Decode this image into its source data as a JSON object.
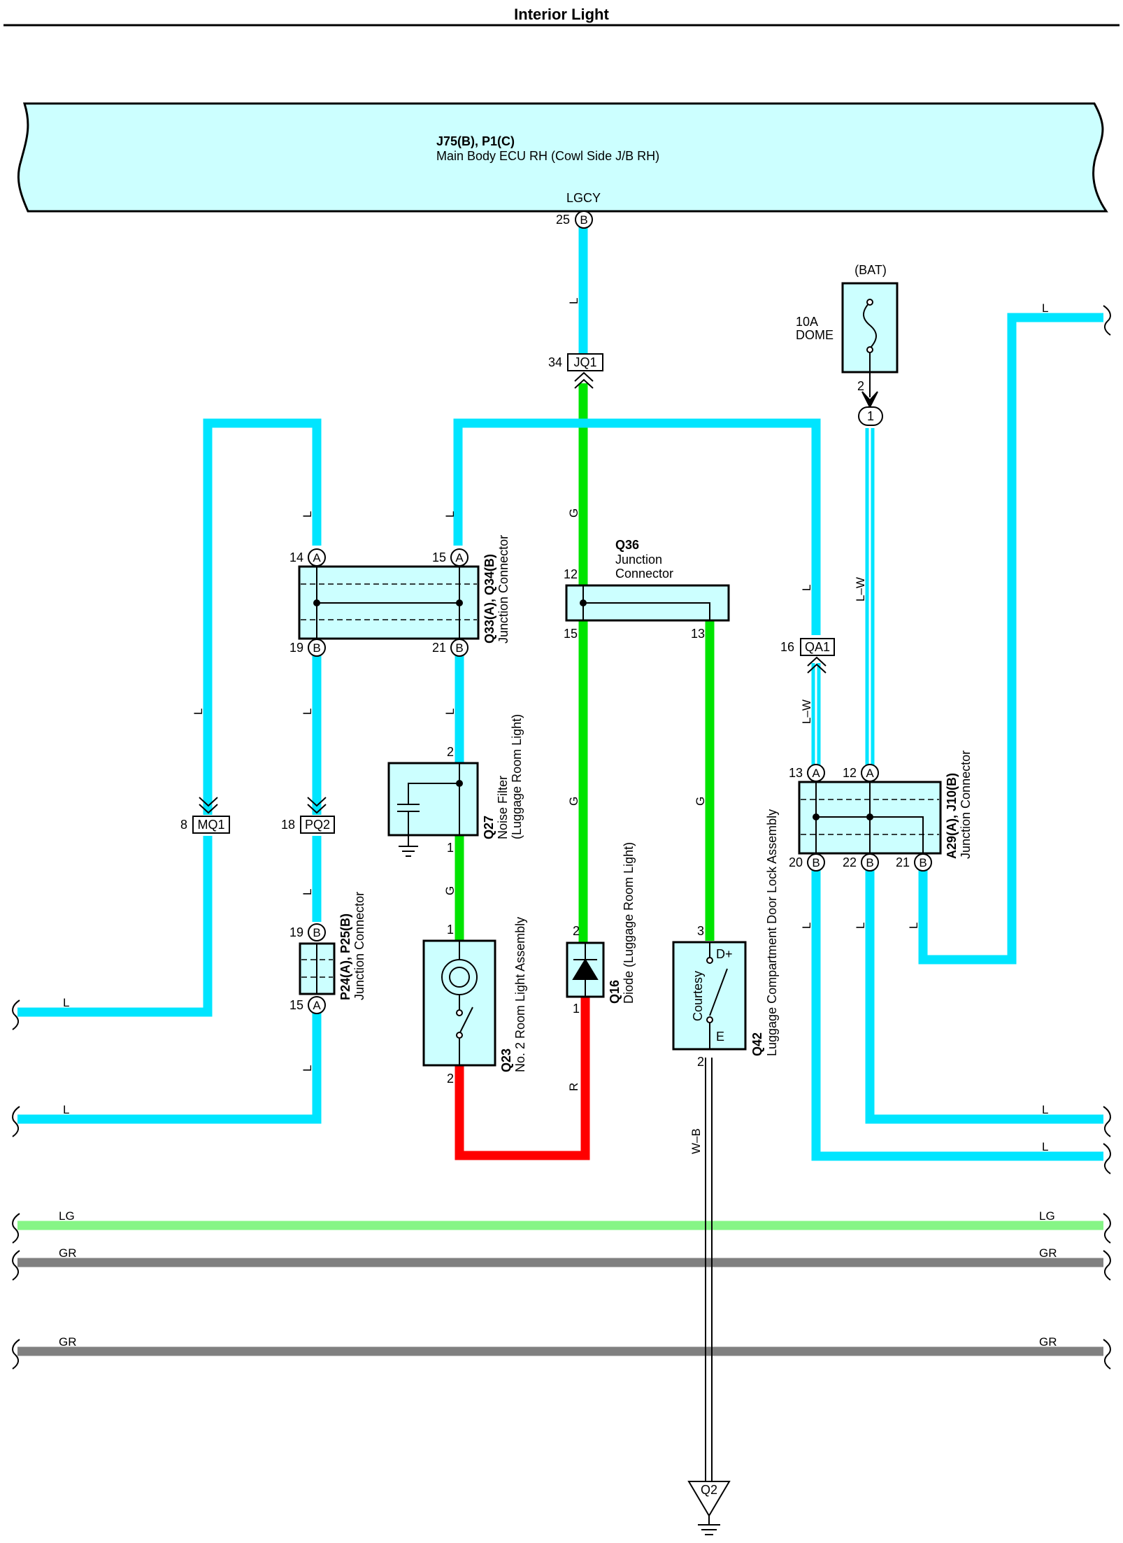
{
  "title": "Interior Light",
  "colors": {
    "L": "#00e5ff",
    "G": "#00e400",
    "R": "#ff0000",
    "LG": "#86f586",
    "GR": "#808080",
    "LW_stripe": "#00e5ff",
    "box_fill": "#ccffff"
  },
  "ecu": {
    "code": "J75(B), P1(C)",
    "name": "Main Body ECU RH (Cowl Side J/B RH)",
    "signal": "LGCY",
    "pin_num": "25",
    "pin_letter": "B"
  },
  "fuse": {
    "source": "(BAT)",
    "rating": "10A",
    "name": "DOME",
    "pin_out": "2",
    "pin_in": "1"
  },
  "connectors": {
    "jq1": {
      "label": "JQ1",
      "pin": "34"
    },
    "qa1": {
      "label": "QA1",
      "pin": "16"
    },
    "mq1": {
      "label": "MQ1",
      "pin": "8"
    },
    "pq2": {
      "label": "PQ2",
      "pin": "18"
    }
  },
  "q33": {
    "code": "Q33(A), Q34(B)",
    "name": "Junction Connector",
    "pins": {
      "p14": "14",
      "p15": "15",
      "p19": "19",
      "p21": "21",
      "a": "A",
      "b": "B"
    }
  },
  "q36": {
    "code": "Q36",
    "name1": "Junction",
    "name2": "Connector",
    "pins": {
      "p12": "12",
      "p15": "15",
      "p13": "13"
    }
  },
  "a29": {
    "code": "A29(A), J10(B)",
    "name": "Junction Connector",
    "pins": {
      "p13": "13",
      "p12": "12",
      "p20": "20",
      "p22": "22",
      "p21": "21",
      "a": "A",
      "b": "B"
    }
  },
  "p24": {
    "code": "P24(A), P25(B)",
    "name": "Junction Connector",
    "pins": {
      "p19": "19",
      "p15": "15",
      "a": "A",
      "b": "B"
    }
  },
  "q27": {
    "code": "Q27",
    "name1": "Noise Filter",
    "name2": "(Luggage Room Light)",
    "pin_top": "2",
    "pin_bot": "1"
  },
  "q23": {
    "code": "Q23",
    "name": "No. 2 Room Light Assembly",
    "pin_top": "1",
    "pin_bot": "2"
  },
  "q16": {
    "code": "Q16",
    "name": "Diode (Luggage Room Light)",
    "pin_top": "2",
    "pin_bot": "1"
  },
  "q42": {
    "code": "Q42",
    "name": "Luggage Compartment Door Lock Assembly",
    "switch_label": "Courtesy",
    "term_top": "D+",
    "term_bot": "E",
    "pin_top": "3",
    "pin_bot": "2"
  },
  "ground": {
    "label": "Q2"
  },
  "wires": {
    "L": "L",
    "G": "G",
    "R": "R",
    "LW": "L–W",
    "WB": "W–B",
    "LG": "LG",
    "GR": "GR"
  }
}
